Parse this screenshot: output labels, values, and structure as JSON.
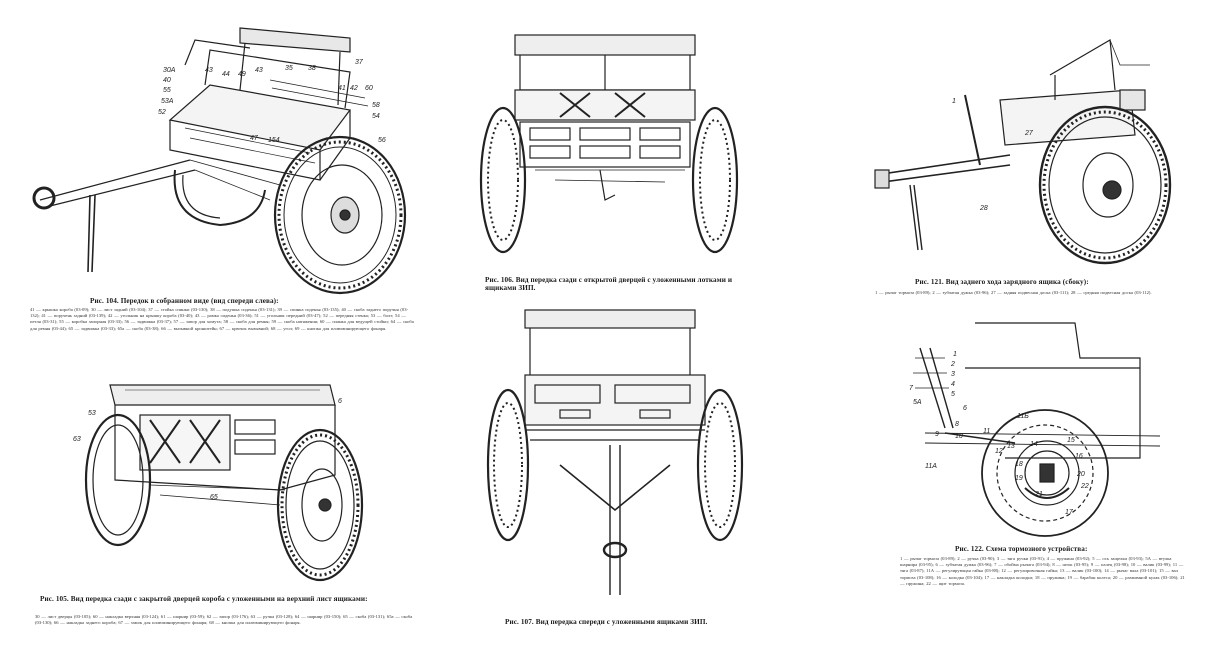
{
  "figures": [
    {
      "id": "fig104",
      "caption": "Рис. 104. Передок в собранном виде (вид спереди слева):",
      "legend": "41 — крышка короба (03-09); 30 — лист задний (03-104); 37 — стойка спинки (03-130); 38 — подушка сиденья (03-131); 39 — спинка сиденья (03-135); 40 — скоба заднего поручня (03-132); 41 — поручень задний (03-139); 42 — угольник на крышку короба (03-40); 43 — рамка сиденья (03-36); 51 — угольник передний (03-47); 52 — передняя стенка; 53 — болт; 54 — петля (03-31); 55 — коробка запорная (03-33); 56 — задвижка (03-37); 57 — запор для хомута; 58 — скоба для ремня; 59 — скоба натяжения; 60 — планка для ведущей стойки; 64 — скоба для ремня (03-44); 65 — задвижка (03-33); 65а — скоба (03-38); 66 — вызывной кронштейн; 67 — крючок вызывной; 68 — угол; 69 — кнопка для иллюминирующего фонаря.",
      "labels": [
        "30А",
        "40",
        "55",
        "53А",
        "52",
        "43",
        "44",
        "49",
        "43",
        "35",
        "38",
        "37",
        "41",
        "42",
        "60",
        "58",
        "54",
        "56",
        "47",
        "154"
      ]
    },
    {
      "id": "fig105",
      "caption": "Рис. 105. Вид передка сзади с закрытой дверцей короба с уложенными на верхний лист ящиками:",
      "legend": "30 — лист дверцы (03-105); 60 — накладка верхняя (03-124); 61 — шарнир (03-59); 62 — запор (03-176); 63 — ручка (03-128); 64 — шарнир (03-150); 65 — скоба (03-131); 65а — скоба (03-130); 66 — накладка заднего короба; 67 — замок для иллюминирующего фонаря; 68 — кнопка для иллюминирующего фонаря.",
      "labels": [
        "53",
        "6",
        "63",
        "65"
      ]
    },
    {
      "id": "fig106",
      "caption": "Рис. 106. Вид передка сзади с открытой дверцей с уложенными лотками и ящиками ЗИП.",
      "legend": "",
      "labels": []
    },
    {
      "id": "fig107",
      "caption": "Рис. 107. Вид передка спереди с уложенными ящиками ЗИП.",
      "legend": "",
      "labels": []
    },
    {
      "id": "fig121",
      "caption": "Рис. 121. Вид заднего хода зарядного ящика (сбоку):",
      "legend": "1 — рычаг тормоза (03-89); 2 — зубчатая дужка (03-96); 27 — задняя подвесная доска (03-111); 28 — средняя подвесная доска (03-112).",
      "labels": [
        "1",
        "27",
        "28"
      ]
    },
    {
      "id": "fig122",
      "caption": "Рис. 122. Схема тормозного устройства:",
      "legend": "1 — рычаг тормоза (03-89); 2 — ручка (03-90); 3 — тяга ручки (03-91); 4 — пружина (03-92); 5 — ось защелки (03-93); 5А — втулка шарнира (03-95); 6 — зубчатая дужка (03-96); 7 — обойма рычага (03-94); 8 — шток (03-95); 9 — палец (03-98); 10 — валик (03-99); 11 — тяга (03-87); 11А — регулирующая гайка (03-88); 12 — регулировочная гайка; 13 — валик (03-100); 14 — рычаг вала (03-101); 15 — вал тормоза (03-108); 16 — колодка (03-104); 17 — накладка колодки; 18 — пружина; 19 — барабан колеса; 20 — разжимной кулак (03-106); 21 — пружина; 22 — щит тормоза.",
      "labels": [
        "1",
        "2",
        "3",
        "4",
        "5",
        "5А",
        "6",
        "7",
        "8",
        "9",
        "10",
        "11",
        "11А",
        "11Б",
        "12",
        "13",
        "14",
        "15",
        "16",
        "17",
        "18",
        "19",
        "20",
        "21",
        "22"
      ]
    }
  ]
}
